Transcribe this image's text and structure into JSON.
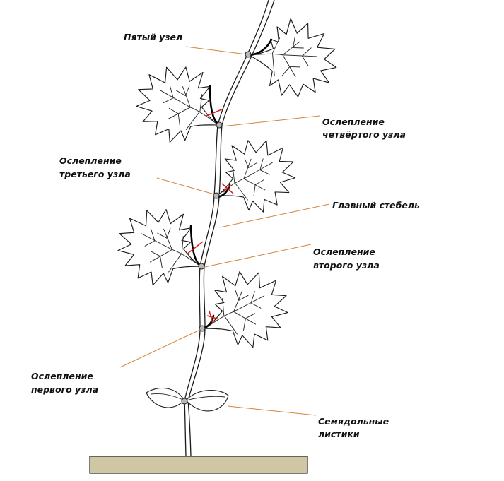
{
  "labels": {
    "fifth_node": "Пятый узел",
    "fourth_l1": "Ослепление",
    "fourth_l2": "четвёртого узла",
    "third_l1": "Ослепление",
    "third_l2": "третьего узла",
    "main_stem": "Главный стебель",
    "second_l1": "Ослепление",
    "second_l2": "второго узла",
    "first_l1": "Ослепление",
    "first_l2": "первого узла",
    "cotyledon_l1": "Семядольные",
    "cotyledon_l2": "листики"
  },
  "colors": {
    "cut_mark": "#e0201c",
    "leader_line": "#d4843a",
    "soil": "#cfc6a3",
    "node": "#b8b8b8"
  }
}
